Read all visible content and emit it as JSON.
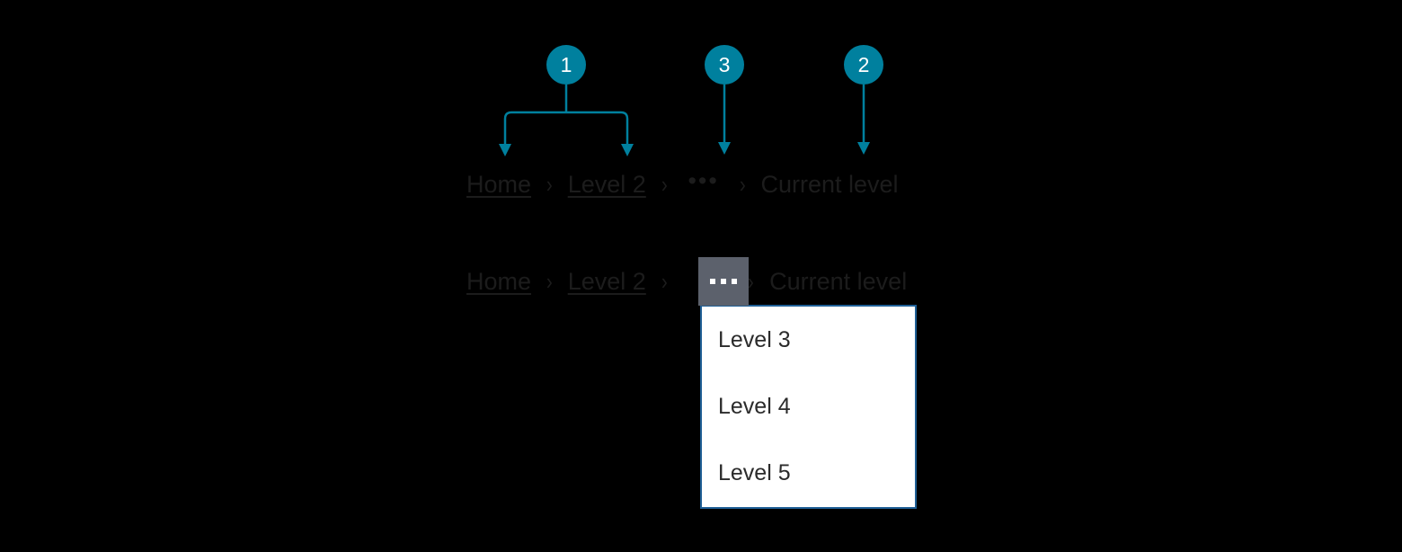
{
  "colors": {
    "background": "#000000",
    "callout_fill": "#00809e",
    "callout_text": "#ffffff",
    "link_text": "#1c1c1c",
    "current_text": "#1c1c1c",
    "ellipsis_button_bg": "#5c616c",
    "ellipsis_dot": "#ffffff",
    "dropdown_bg": "#ffffff",
    "dropdown_border": "#1f5f96",
    "dropdown_text": "#2b2b2b"
  },
  "callouts": [
    {
      "number": "1",
      "name": "callout-1"
    },
    {
      "number": "3",
      "name": "callout-3"
    },
    {
      "number": "2",
      "name": "callout-2"
    }
  ],
  "breadcrumb_collapsed": {
    "home_label": "Home",
    "level2_label": "Level 2",
    "separator": "›",
    "overflow_label": "•••",
    "current_label": "Current level"
  },
  "breadcrumb_expanded": {
    "home_label": "Home",
    "level2_label": "Level 2",
    "separator": "›",
    "overflow_icon": "ellipsis-icon",
    "current_label": "Current level"
  },
  "dropdown": {
    "items": [
      {
        "label": "Level 3"
      },
      {
        "label": "Level 4"
      },
      {
        "label": "Level 5"
      }
    ]
  }
}
